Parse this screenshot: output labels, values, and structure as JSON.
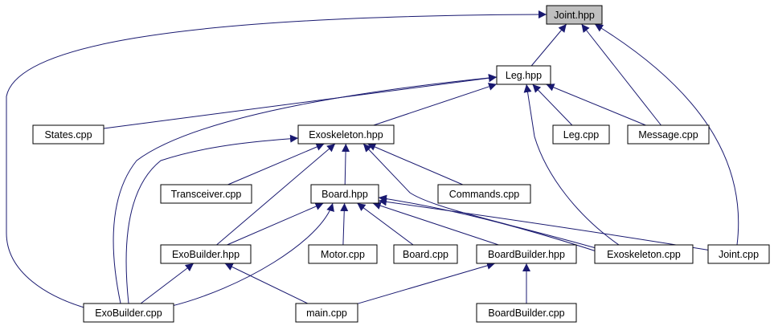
{
  "graph": {
    "edge_color": "#191970",
    "focus_fill": "#bfbfbf",
    "nodes": [
      {
        "id": "joint_hpp",
        "label": "Joint.hpp",
        "focus": true
      },
      {
        "id": "leg_hpp",
        "label": "Leg.hpp"
      },
      {
        "id": "states_cpp",
        "label": "States.cpp"
      },
      {
        "id": "exoskeleton_hpp",
        "label": "Exoskeleton.hpp"
      },
      {
        "id": "leg_cpp",
        "label": "Leg.cpp"
      },
      {
        "id": "message_cpp",
        "label": "Message.cpp"
      },
      {
        "id": "transceiver_cpp",
        "label": "Transceiver.cpp"
      },
      {
        "id": "board_hpp",
        "label": "Board.hpp"
      },
      {
        "id": "commands_cpp",
        "label": "Commands.cpp"
      },
      {
        "id": "exobuilder_hpp",
        "label": "ExoBuilder.hpp"
      },
      {
        "id": "motor_cpp",
        "label": "Motor.cpp"
      },
      {
        "id": "board_cpp",
        "label": "Board.cpp"
      },
      {
        "id": "boardbuilder_hpp",
        "label": "BoardBuilder.hpp"
      },
      {
        "id": "exoskeleton_cpp",
        "label": "Exoskeleton.cpp"
      },
      {
        "id": "joint_cpp",
        "label": "Joint.cpp"
      },
      {
        "id": "exobuilder_cpp",
        "label": "ExoBuilder.cpp"
      },
      {
        "id": "main_cpp",
        "label": "main.cpp"
      },
      {
        "id": "boardbuilder_cpp",
        "label": "BoardBuilder.cpp"
      }
    ],
    "edges": [
      {
        "from": "leg_hpp",
        "to": "joint_hpp"
      },
      {
        "from": "message_cpp",
        "to": "joint_hpp"
      },
      {
        "from": "joint_cpp",
        "to": "joint_hpp"
      },
      {
        "from": "exobuilder_cpp",
        "to": "joint_hpp"
      },
      {
        "from": "states_cpp",
        "to": "leg_hpp"
      },
      {
        "from": "exoskeleton_hpp",
        "to": "leg_hpp"
      },
      {
        "from": "leg_cpp",
        "to": "leg_hpp"
      },
      {
        "from": "message_cpp",
        "to": "leg_hpp"
      },
      {
        "from": "exoskeleton_cpp",
        "to": "leg_hpp"
      },
      {
        "from": "exobuilder_cpp",
        "to": "leg_hpp"
      },
      {
        "from": "transceiver_cpp",
        "to": "exoskeleton_hpp"
      },
      {
        "from": "board_hpp",
        "to": "exoskeleton_hpp"
      },
      {
        "from": "commands_cpp",
        "to": "exoskeleton_hpp"
      },
      {
        "from": "exobuilder_hpp",
        "to": "exoskeleton_hpp"
      },
      {
        "from": "exoskeleton_cpp",
        "to": "exoskeleton_hpp"
      },
      {
        "from": "exobuilder_cpp",
        "to": "exoskeleton_hpp"
      },
      {
        "from": "exobuilder_hpp",
        "to": "board_hpp"
      },
      {
        "from": "motor_cpp",
        "to": "board_hpp"
      },
      {
        "from": "board_cpp",
        "to": "board_hpp"
      },
      {
        "from": "boardbuilder_hpp",
        "to": "board_hpp"
      },
      {
        "from": "exoskeleton_cpp",
        "to": "board_hpp"
      },
      {
        "from": "joint_cpp",
        "to": "board_hpp"
      },
      {
        "from": "exobuilder_cpp",
        "to": "board_hpp"
      },
      {
        "from": "exobuilder_cpp",
        "to": "exobuilder_hpp"
      },
      {
        "from": "main_cpp",
        "to": "exobuilder_hpp"
      },
      {
        "from": "main_cpp",
        "to": "boardbuilder_hpp"
      },
      {
        "from": "boardbuilder_cpp",
        "to": "boardbuilder_hpp"
      }
    ]
  }
}
